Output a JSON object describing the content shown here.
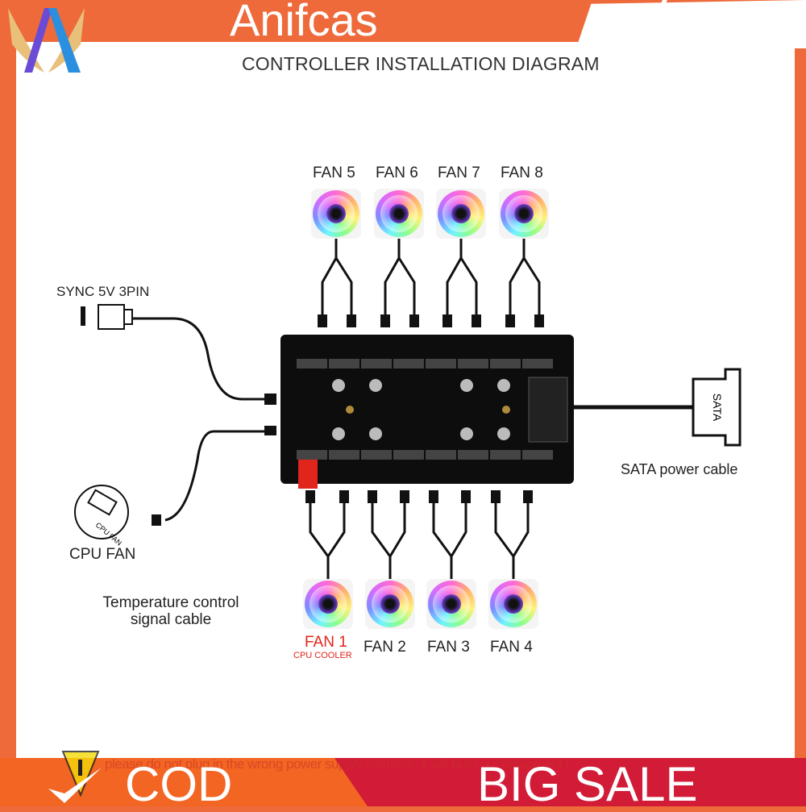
{
  "brand": {
    "name": "Anifcas",
    "logo_icon": "wings-a-logo-icon"
  },
  "diagram": {
    "title": "CONTROLLER INSTALLATION DIAGRAM",
    "fans_top": [
      "FAN 5",
      "FAN 6",
      "FAN 7",
      "FAN 8"
    ],
    "fans_bottom": [
      "FAN 1",
      "FAN 2",
      "FAN 3",
      "FAN 4"
    ],
    "fan1_sub": "CPU COOLER",
    "sync_label": "SYNC 5V 3PIN",
    "cpu_fan_label": "CPU FAN",
    "cpu_fan_icon_text": "CPU FAN",
    "temp_cable_label": "Temperature control signal cable",
    "sata_label": "SATA power cable",
    "sata_connector_text": "SATA",
    "accent_red": "#e0251b"
  },
  "footer": {
    "warning": "please do not plug in the wrong power supply interface, it will burn out equipment !",
    "cod": "COD",
    "sale": "BIG SALE",
    "orange": "#f26522",
    "red": "#d21b36"
  }
}
